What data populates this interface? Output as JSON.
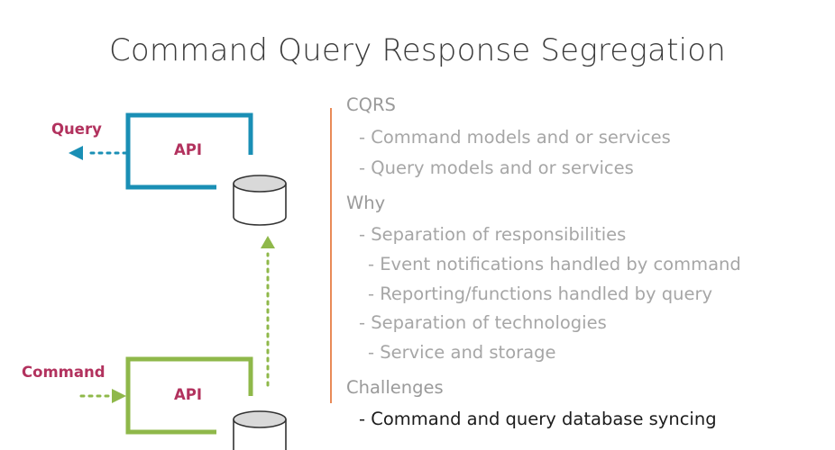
{
  "title": "Command Query Response Segregation",
  "diagram": {
    "query_label": "Query",
    "command_label": "Command",
    "query_api_label": "API",
    "command_api_label": "API",
    "colors": {
      "query": "#1a8fb5",
      "command": "#8fb84a",
      "label": "#b2325e",
      "divider": "#e98b58"
    }
  },
  "bullets": [
    {
      "text": "CQRS",
      "style": "head"
    },
    {
      "text": "- Command models and or services",
      "style": "item"
    },
    {
      "text": "- Query models and or services",
      "style": "item"
    },
    {
      "text": "Why",
      "style": "head"
    },
    {
      "text": "- Separation of responsibilities",
      "style": "item"
    },
    {
      "text": "- Event notifications handled by command",
      "style": "item"
    },
    {
      "text": "- Reporting/functions handled by query",
      "style": "item"
    },
    {
      "text": "- Separation of technologies",
      "style": "item"
    },
    {
      "text": "- Service and storage",
      "style": "item"
    },
    {
      "text": "Challenges",
      "style": "head"
    },
    {
      "text": "- Command and query database syncing",
      "style": "highlight"
    }
  ]
}
